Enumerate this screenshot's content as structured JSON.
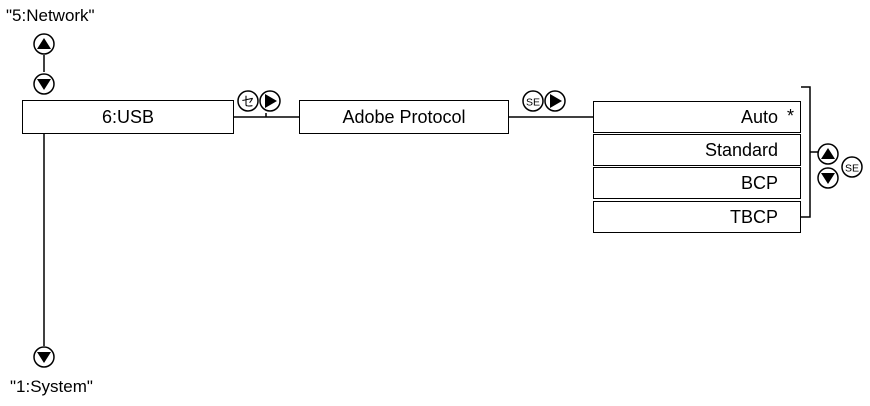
{
  "nav": {
    "top_label": "\"5:Network\"",
    "bottom_label": "\"1:System\""
  },
  "menu": {
    "item_label": "6:USB",
    "submenu_label": "Adobe Protocol",
    "enter_key": "セ",
    "select_key": "SE"
  },
  "options": [
    {
      "label": "Auto",
      "marker": "*"
    },
    {
      "label": "Standard",
      "marker": ""
    },
    {
      "label": "BCP",
      "marker": ""
    },
    {
      "label": "TBCP",
      "marker": ""
    }
  ],
  "side_key": "SE"
}
